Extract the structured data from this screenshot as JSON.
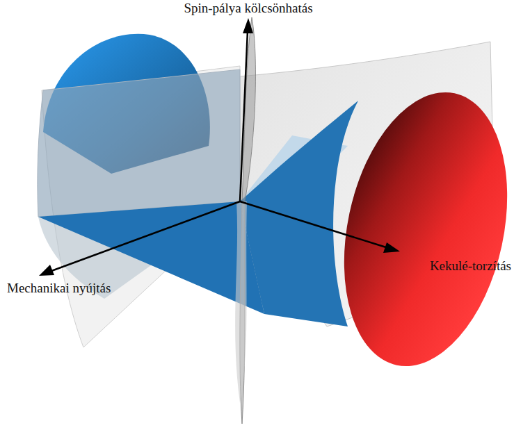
{
  "diagram": {
    "labels": [
      "Spin-pálya kölcsönhatás",
      "Kekulé-torzítás",
      "Mechanikai nyújtás"
    ]
  }
}
